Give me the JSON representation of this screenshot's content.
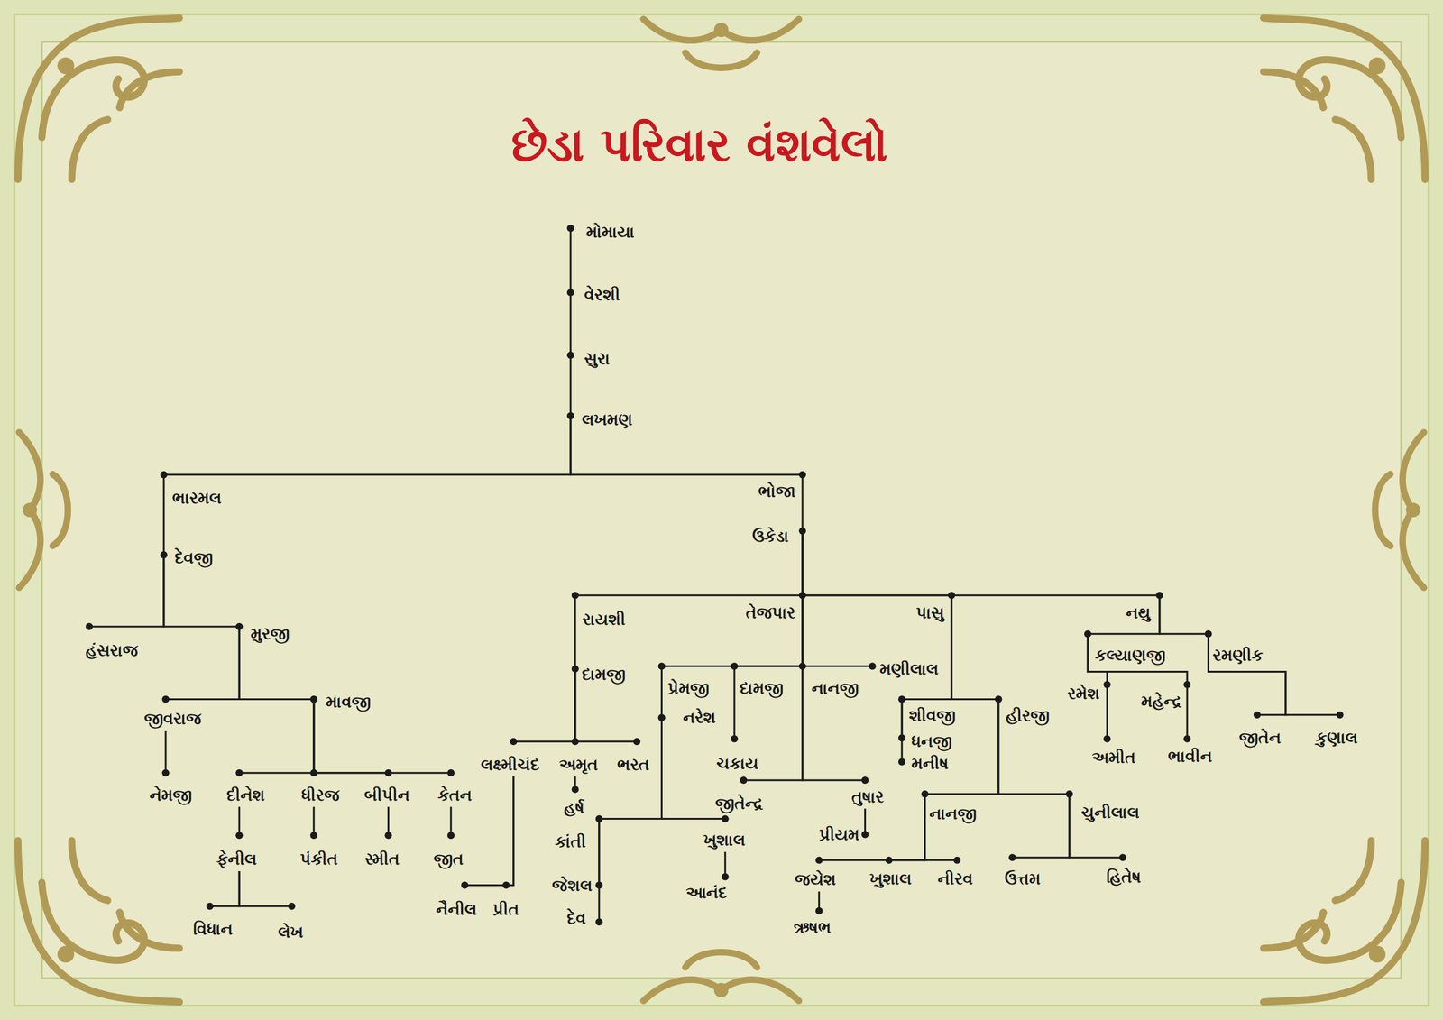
{
  "diagram": {
    "title": "છેડા પરિવાર વંશવેલો",
    "nodes": [
      {
        "text": [
          "મોમાયા"
        ]
      },
      {
        "text": [
          "વેરશી"
        ]
      },
      {
        "text": [
          "સુરા"
        ]
      },
      {
        "text": [
          "લખમણ"
        ]
      },
      {
        "text": [
          "ભારમલ"
        ]
      },
      {
        "text": [
          "ભોજા"
        ]
      },
      {
        "text": [
          "દેવજી"
        ]
      },
      {
        "text": [
          "ઉકેડા"
        ]
      },
      {
        "text": [
          "હંસરાજ"
        ]
      },
      {
        "text": [
          "મુરજી"
        ]
      },
      {
        "text": [
          "રાયશી"
        ]
      },
      {
        "text": [
          "તેજપાર"
        ]
      },
      {
        "text": [
          "પાસુ"
        ]
      },
      {
        "text": [
          "નથુ"
        ]
      },
      {
        "text": [
          "જીવરાજ"
        ]
      },
      {
        "text": [
          "માવજી"
        ]
      },
      {
        "text": [
          "દામજી"
        ]
      },
      {
        "text": [
          "પ્રેમજી"
        ]
      },
      {
        "text": [
          "દામજી"
        ]
      },
      {
        "text": [
          "નાનજી"
        ]
      },
      {
        "text": [
          "મણીલાલ"
        ]
      },
      {
        "text": [
          "કલ્યાણજી"
        ]
      },
      {
        "text": [
          "રમણીક"
        ]
      },
      {
        "text": [
          "નરેશ"
        ]
      },
      {
        "text": [
          "શીવજી"
        ]
      },
      {
        "text": [
          "હીરજી"
        ]
      },
      {
        "text": [
          "રમેશ"
        ]
      },
      {
        "text": [
          "મહેન્દ્ર"
        ]
      },
      {
        "text": [
          "ધનજી"
        ]
      },
      {
        "text": [
          "મનીષ"
        ]
      },
      {
        "text": [
          "જીતેન"
        ]
      },
      {
        "text": [
          "કુણાલ"
        ]
      },
      {
        "text": [
          "ચકાય"
        ]
      },
      {
        "text": [
          "અમીત"
        ]
      },
      {
        "text": [
          "ભાવીન"
        ]
      },
      {
        "text": [
          "લક્ષ્મીચંદ"
        ]
      },
      {
        "text": [
          "અમૃત"
        ]
      },
      {
        "text": [
          "ભરત"
        ]
      },
      {
        "text": [
          "નેમજી"
        ]
      },
      {
        "text": [
          "દીનેશ"
        ]
      },
      {
        "text": [
          "ધીરજ"
        ]
      },
      {
        "text": [
          "બીપીન"
        ]
      },
      {
        "text": [
          "કેતન"
        ]
      },
      {
        "text": [
          "જીતેન્દ્ર"
        ]
      },
      {
        "text": [
          "તુષાર"
        ]
      },
      {
        "text": [
          "હર્ષ"
        ]
      },
      {
        "text": [
          "નાનજી"
        ]
      },
      {
        "text": [
          "ચુનીલાલ"
        ]
      },
      {
        "text": [
          "ખુશાલ"
        ]
      },
      {
        "text": [
          "પ્રીયમ"
        ]
      },
      {
        "text": [
          "કાંતી"
        ]
      },
      {
        "text": [
          "ફેનીલ"
        ]
      },
      {
        "text": [
          "પંકીત"
        ]
      },
      {
        "text": [
          "સ્મીત"
        ]
      },
      {
        "text": [
          "જીત"
        ]
      },
      {
        "text": [
          "જયેશ"
        ]
      },
      {
        "text": [
          "ખુશાલ"
        ]
      },
      {
        "text": [
          "નીરવ"
        ]
      },
      {
        "text": [
          "ઉત્તમ"
        ]
      },
      {
        "text": [
          "હિતેષ"
        ]
      },
      {
        "text": [
          "જેશલ"
        ]
      },
      {
        "text": [
          "આનંદ"
        ]
      },
      {
        "text": [
          "નૈનીલ"
        ]
      },
      {
        "text": [
          "પ્રીત"
        ]
      },
      {
        "text": [
          "ઋષભ"
        ]
      },
      {
        "text": [
          "દેવ"
        ]
      },
      {
        "text": [
          "વિધાન"
        ]
      },
      {
        "text": [
          "લેખ"
        ]
      }
    ],
    "edges": [
      {
        "from": 0,
        "to": 1,
        "arrow": "none"
      },
      {
        "from": 1,
        "to": 2,
        "arrow": "none"
      },
      {
        "from": 2,
        "to": 3,
        "arrow": "none"
      },
      {
        "from": 3,
        "to": 4,
        "arrow": "none"
      },
      {
        "from": 3,
        "to": 5,
        "arrow": "none"
      },
      {
        "from": 4,
        "to": 6,
        "arrow": "none"
      },
      {
        "from": 5,
        "to": 7,
        "arrow": "none"
      },
      {
        "from": 6,
        "to": 8,
        "arrow": "none"
      },
      {
        "from": 6,
        "to": 9,
        "arrow": "none"
      },
      {
        "from": 7,
        "to": 10,
        "arrow": "none"
      },
      {
        "from": 7,
        "to": 11,
        "arrow": "none"
      },
      {
        "from": 7,
        "to": 12,
        "arrow": "none"
      },
      {
        "from": 7,
        "to": 13,
        "arrow": "none"
      },
      {
        "from": 9,
        "to": 14,
        "arrow": "none"
      },
      {
        "from": 9,
        "to": 15,
        "arrow": "none"
      },
      {
        "from": 10,
        "to": 16,
        "arrow": "none"
      },
      {
        "from": 11,
        "to": 17,
        "arrow": "none"
      },
      {
        "from": 11,
        "to": 18,
        "arrow": "none"
      },
      {
        "from": 11,
        "to": 19,
        "arrow": "none"
      },
      {
        "from": 11,
        "to": 20,
        "arrow": "none"
      },
      {
        "from": 13,
        "to": 21,
        "arrow": "none"
      },
      {
        "from": 13,
        "to": 22,
        "arrow": "none"
      },
      {
        "from": 17,
        "to": 23,
        "arrow": "none"
      },
      {
        "from": 12,
        "to": 24,
        "arrow": "none"
      },
      {
        "from": 12,
        "to": 25,
        "arrow": "none"
      },
      {
        "from": 21,
        "to": 26,
        "arrow": "none"
      },
      {
        "from": 21,
        "to": 27,
        "arrow": "none"
      },
      {
        "from": 24,
        "to": 28,
        "arrow": "none"
      },
      {
        "from": 24,
        "to": 29,
        "arrow": "none"
      },
      {
        "from": 22,
        "to": 30,
        "arrow": "none"
      },
      {
        "from": 22,
        "to": 31,
        "arrow": "none"
      },
      {
        "from": 18,
        "to": 32,
        "arrow": "none"
      },
      {
        "from": 26,
        "to": 33,
        "arrow": "none"
      },
      {
        "from": 27,
        "to": 34,
        "arrow": "none"
      },
      {
        "from": 16,
        "to": 35,
        "arrow": "none"
      },
      {
        "from": 16,
        "to": 36,
        "arrow": "none"
      },
      {
        "from": 16,
        "to": 37,
        "arrow": "none"
      },
      {
        "from": 14,
        "to": 38,
        "arrow": "none"
      },
      {
        "from": 15,
        "to": 39,
        "arrow": "none"
      },
      {
        "from": 15,
        "to": 40,
        "arrow": "none"
      },
      {
        "from": 15,
        "to": 41,
        "arrow": "none"
      },
      {
        "from": 15,
        "to": 42,
        "arrow": "none"
      },
      {
        "from": 19,
        "to": 43,
        "arrow": "none"
      },
      {
        "from": 19,
        "to": 44,
        "arrow": "none"
      },
      {
        "from": 36,
        "to": 45,
        "arrow": "none"
      },
      {
        "from": 25,
        "to": 46,
        "arrow": "none"
      },
      {
        "from": 25,
        "to": 47,
        "arrow": "none"
      },
      {
        "from": 17,
        "to": 48,
        "arrow": "none"
      },
      {
        "from": 44,
        "to": 49,
        "arrow": "none"
      },
      {
        "from": 17,
        "to": 50,
        "arrow": "none"
      },
      {
        "from": 39,
        "to": 51,
        "arrow": "none"
      },
      {
        "from": 40,
        "to": 52,
        "arrow": "none"
      },
      {
        "from": 41,
        "to": 53,
        "arrow": "none"
      },
      {
        "from": 42,
        "to": 54,
        "arrow": "none"
      },
      {
        "from": 46,
        "to": 55,
        "arrow": "none"
      },
      {
        "from": 46,
        "to": 56,
        "arrow": "none"
      },
      {
        "from": 46,
        "to": 57,
        "arrow": "none"
      },
      {
        "from": 47,
        "to": 58,
        "arrow": "none"
      },
      {
        "from": 47,
        "to": 59,
        "arrow": "none"
      },
      {
        "from": 50,
        "to": 60,
        "arrow": "none"
      },
      {
        "from": 48,
        "to": 61,
        "arrow": "none"
      },
      {
        "from": 35,
        "to": 62,
        "arrow": "none"
      },
      {
        "from": 35,
        "to": 63,
        "arrow": "none"
      },
      {
        "from": 55,
        "to": 64,
        "arrow": "none"
      },
      {
        "from": 50,
        "to": 65,
        "arrow": "none"
      },
      {
        "from": 51,
        "to": 66,
        "arrow": "none"
      },
      {
        "from": 51,
        "to": 67,
        "arrow": "none"
      }
    ]
  }
}
